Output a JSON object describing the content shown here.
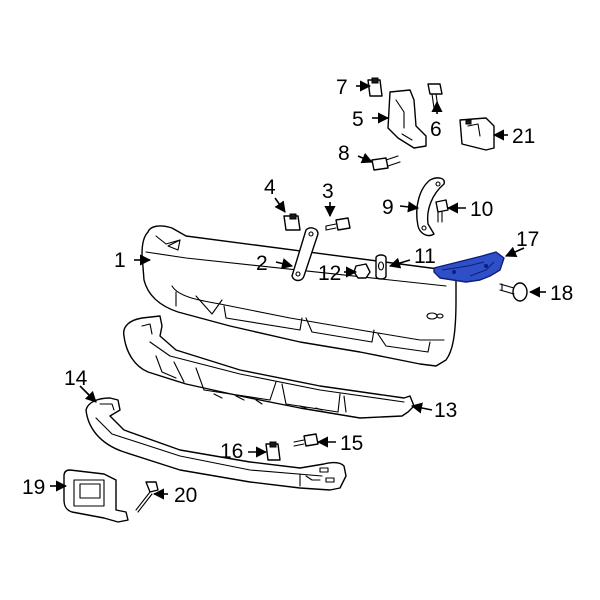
{
  "colors": {
    "background": "#ffffff",
    "line": "#000000",
    "highlight_fill": "#2f4fc9",
    "highlight_stroke": "#0e1f7a"
  },
  "highlighted_part": "17",
  "callouts": [
    {
      "id": "1",
      "label": "1"
    },
    {
      "id": "2",
      "label": "2"
    },
    {
      "id": "3",
      "label": "3"
    },
    {
      "id": "4",
      "label": "4"
    },
    {
      "id": "5",
      "label": "5"
    },
    {
      "id": "6",
      "label": "6"
    },
    {
      "id": "7",
      "label": "7"
    },
    {
      "id": "8",
      "label": "8"
    },
    {
      "id": "9",
      "label": "9"
    },
    {
      "id": "10",
      "label": "10"
    },
    {
      "id": "11",
      "label": "11"
    },
    {
      "id": "12",
      "label": "12"
    },
    {
      "id": "13",
      "label": "13"
    },
    {
      "id": "14",
      "label": "14"
    },
    {
      "id": "15",
      "label": "15"
    },
    {
      "id": "16",
      "label": "16"
    },
    {
      "id": "17",
      "label": "17"
    },
    {
      "id": "18",
      "label": "18"
    },
    {
      "id": "19",
      "label": "19"
    },
    {
      "id": "20",
      "label": "20"
    },
    {
      "id": "21",
      "label": "21"
    }
  ]
}
